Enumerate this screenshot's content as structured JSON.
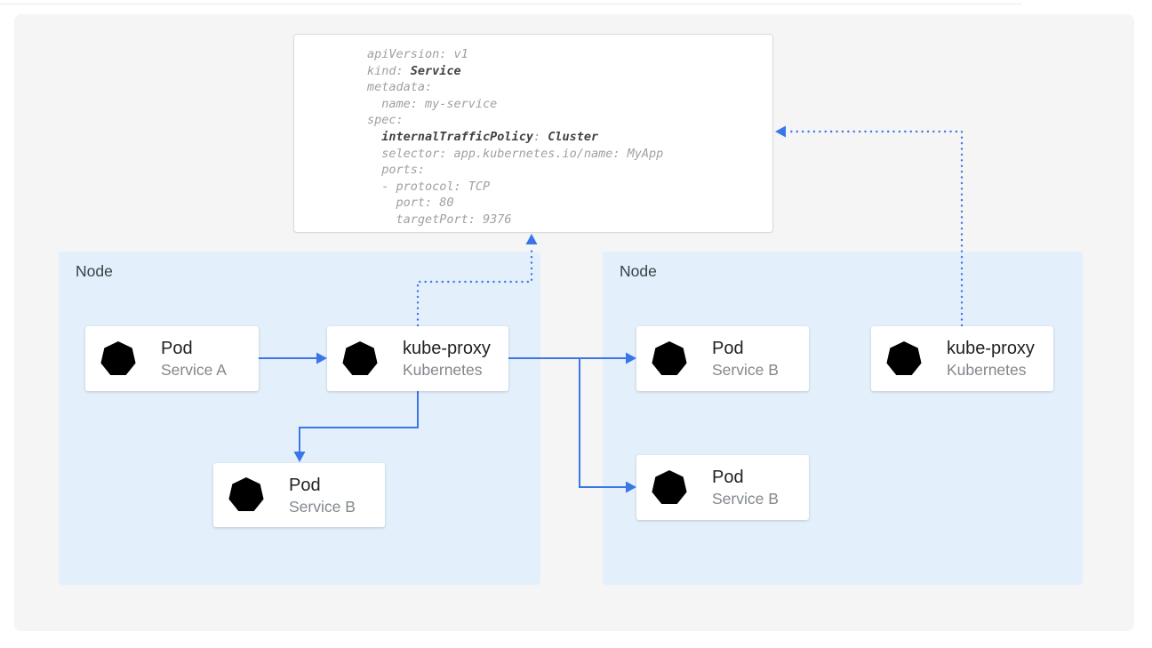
{
  "colors": {
    "accent-blue": "#3b76e8",
    "k8s-blue": "#326ce5",
    "node-bg": "#e3f0fc",
    "canvas-bg": "#f5f5f6",
    "card-bg": "#ffffff",
    "yaml-border": "#d8dadd",
    "yaml-text": "#9ca0a4",
    "yaml-bold": "#3f4346",
    "title-text": "#202124",
    "subtitle-text": "#82878c",
    "node-label": "#3b4045"
  },
  "yaml": {
    "lines": [
      {
        "s": [
          {
            "t": "apiVersion: v1"
          }
        ]
      },
      {
        "s": [
          {
            "t": "kind: "
          },
          {
            "t": "Service",
            "b": true
          }
        ]
      },
      {
        "s": [
          {
            "t": "metadata:"
          }
        ]
      },
      {
        "s": [
          {
            "t": "  name: my-service"
          }
        ]
      },
      {
        "s": [
          {
            "t": "spec:"
          }
        ]
      },
      {
        "s": [
          {
            "t": "  "
          },
          {
            "t": "internalTrafficPolicy",
            "b": true
          },
          {
            "t": ": "
          },
          {
            "t": "Cluster",
            "b": true
          }
        ]
      },
      {
        "s": [
          {
            "t": "  selector: app.kubernetes.io/name: MyApp"
          }
        ]
      },
      {
        "s": [
          {
            "t": "  ports:"
          }
        ]
      },
      {
        "s": [
          {
            "t": "  - protocol: TCP"
          }
        ]
      },
      {
        "s": [
          {
            "t": "    port: 80"
          }
        ]
      },
      {
        "s": [
          {
            "t": "    targetPort: 9376"
          }
        ]
      }
    ]
  },
  "nodes": [
    {
      "label": "Node"
    },
    {
      "label": "Node"
    }
  ],
  "cards": [
    {
      "title": "Pod",
      "subtitle": "Service A"
    },
    {
      "title": "kube-proxy",
      "subtitle": "Kubernetes"
    },
    {
      "title": "Pod",
      "subtitle": "Service B"
    },
    {
      "title": "Pod",
      "subtitle": "Service B"
    },
    {
      "title": "Pod",
      "subtitle": "Service B"
    },
    {
      "title": "kube-proxy",
      "subtitle": "Kubernetes"
    }
  ],
  "icons": {
    "kubernetes": "kubernetes-wheel-icon"
  }
}
